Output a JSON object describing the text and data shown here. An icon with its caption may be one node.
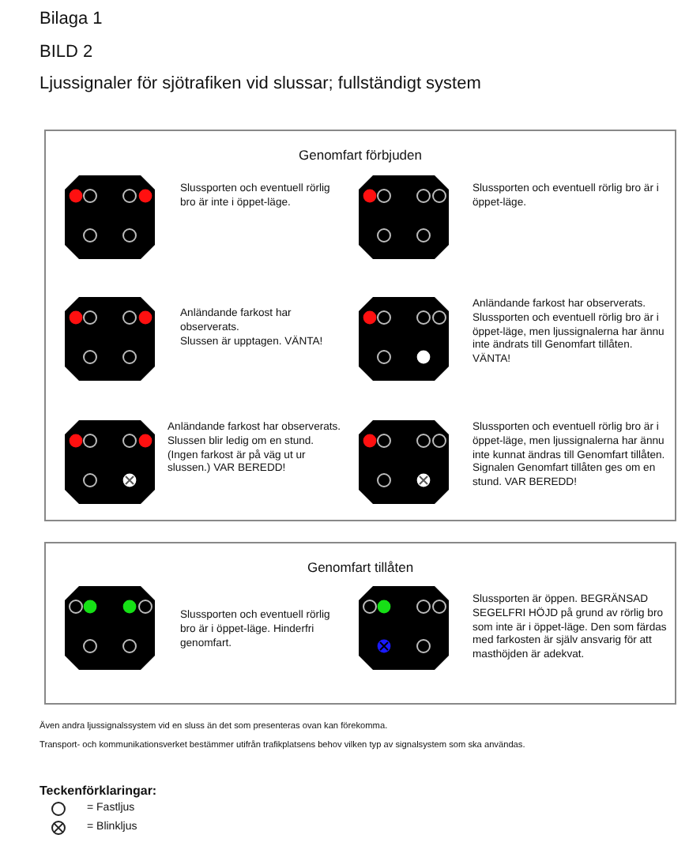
{
  "diagram": {
    "title": "Ljussignaler för sjötrafiken vid slussar; fullständigt system",
    "nodes": [
      {
        "text": [
          "Genomfart förbjuden"
        ]
      },
      {
        "text": [],
        "shape": "octagon",
        "in": 0,
        "beside": [
          "Slussporten och eventuell rörlig bro är inte i öppet-läge."
        ]
      },
      {
        "text": [],
        "shape": "octagon",
        "in": 0,
        "beside": [
          "Slussporten och eventuell rörlig bro är i öppet-läge."
        ]
      },
      {
        "text": [],
        "shape": "octagon",
        "in": 0,
        "beside": [
          "Anländande farkost har observerats.",
          "Slussen är upptagen. VÄNTA!"
        ]
      },
      {
        "text": [],
        "shape": "octagon",
        "in": 0,
        "beside": [
          "Anländande farkost har observerats. Slussporten och eventuell rörlig bro är i öppet-läge, men ljussignalerna har ännu inte ändrats till Genomfart tillåten.",
          "VÄNTA!"
        ]
      },
      {
        "text": [],
        "shape": "octagon",
        "in": 0,
        "beside": [
          "Anländande farkost har observerats. Slussen blir ledig om en stund. (Ingen farkost är på väg ut ur slussen.) VAR BEREDD!"
        ]
      },
      {
        "text": [],
        "shape": "octagon",
        "in": 0,
        "beside": [
          "Slussporten och eventuell rörlig bro är i öppet-läge, men ljussignalerna har ännu inte kunnat ändras till Genomfart tillåten. Signalen Genomfart tillåten ges om en stund. VAR BEREDD!"
        ]
      },
      {
        "text": [
          "Genomfart tillåten"
        ]
      },
      {
        "text": [],
        "shape": "octagon",
        "in": 7,
        "beside": [
          "Slussporten och eventuell rörlig bro är i öppet-läge. Hinderfri genomfart."
        ]
      },
      {
        "text": [],
        "shape": "octagon",
        "in": 7,
        "beside": [
          "Slussporten är öppen. BEGRÄNSAD SEGELFRI HÖJD på grund av rörlig bro som inte är i öppet-läge. Den som färdas med farkosten är själv ansvarig för att masthöjden är adekvat."
        ]
      }
    ],
    "edges": [],
    "labels": [
      "Bilaga 1",
      "BILD 2",
      "Även andra ljussignalssystem vid en sluss än det som presenteras ovan kan förekomma.",
      "Transport- och kommunikationsverket bestämmer utifrån trafikplatsens behov vilken typ av signalsystem som ska användas.",
      "Teckenförklaringar:"
    ],
    "legend": [
      {
        "text": "= Fastljus"
      },
      {
        "text": "= Blinkljus"
      }
    ]
  }
}
